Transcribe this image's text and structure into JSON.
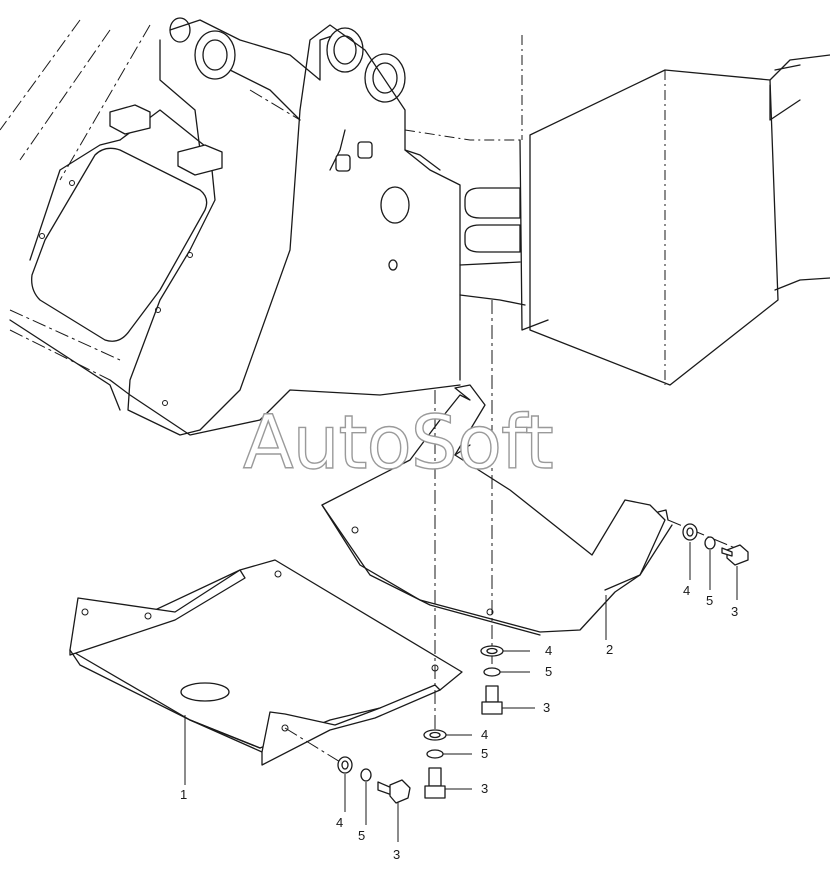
{
  "watermark": "AutoSoft",
  "callouts": [
    {
      "id": "c1",
      "text": "1"
    },
    {
      "id": "c2",
      "text": "2"
    },
    {
      "id": "c3a",
      "text": "3"
    },
    {
      "id": "c3b",
      "text": "3"
    },
    {
      "id": "c3c",
      "text": "3"
    },
    {
      "id": "c3d",
      "text": "3"
    },
    {
      "id": "c4a",
      "text": "4"
    },
    {
      "id": "c4b",
      "text": "4"
    },
    {
      "id": "c4c",
      "text": "4"
    },
    {
      "id": "c4d",
      "text": "4"
    },
    {
      "id": "c5a",
      "text": "5"
    },
    {
      "id": "c5b",
      "text": "5"
    },
    {
      "id": "c5c",
      "text": "5"
    },
    {
      "id": "c5d",
      "text": "5"
    }
  ]
}
